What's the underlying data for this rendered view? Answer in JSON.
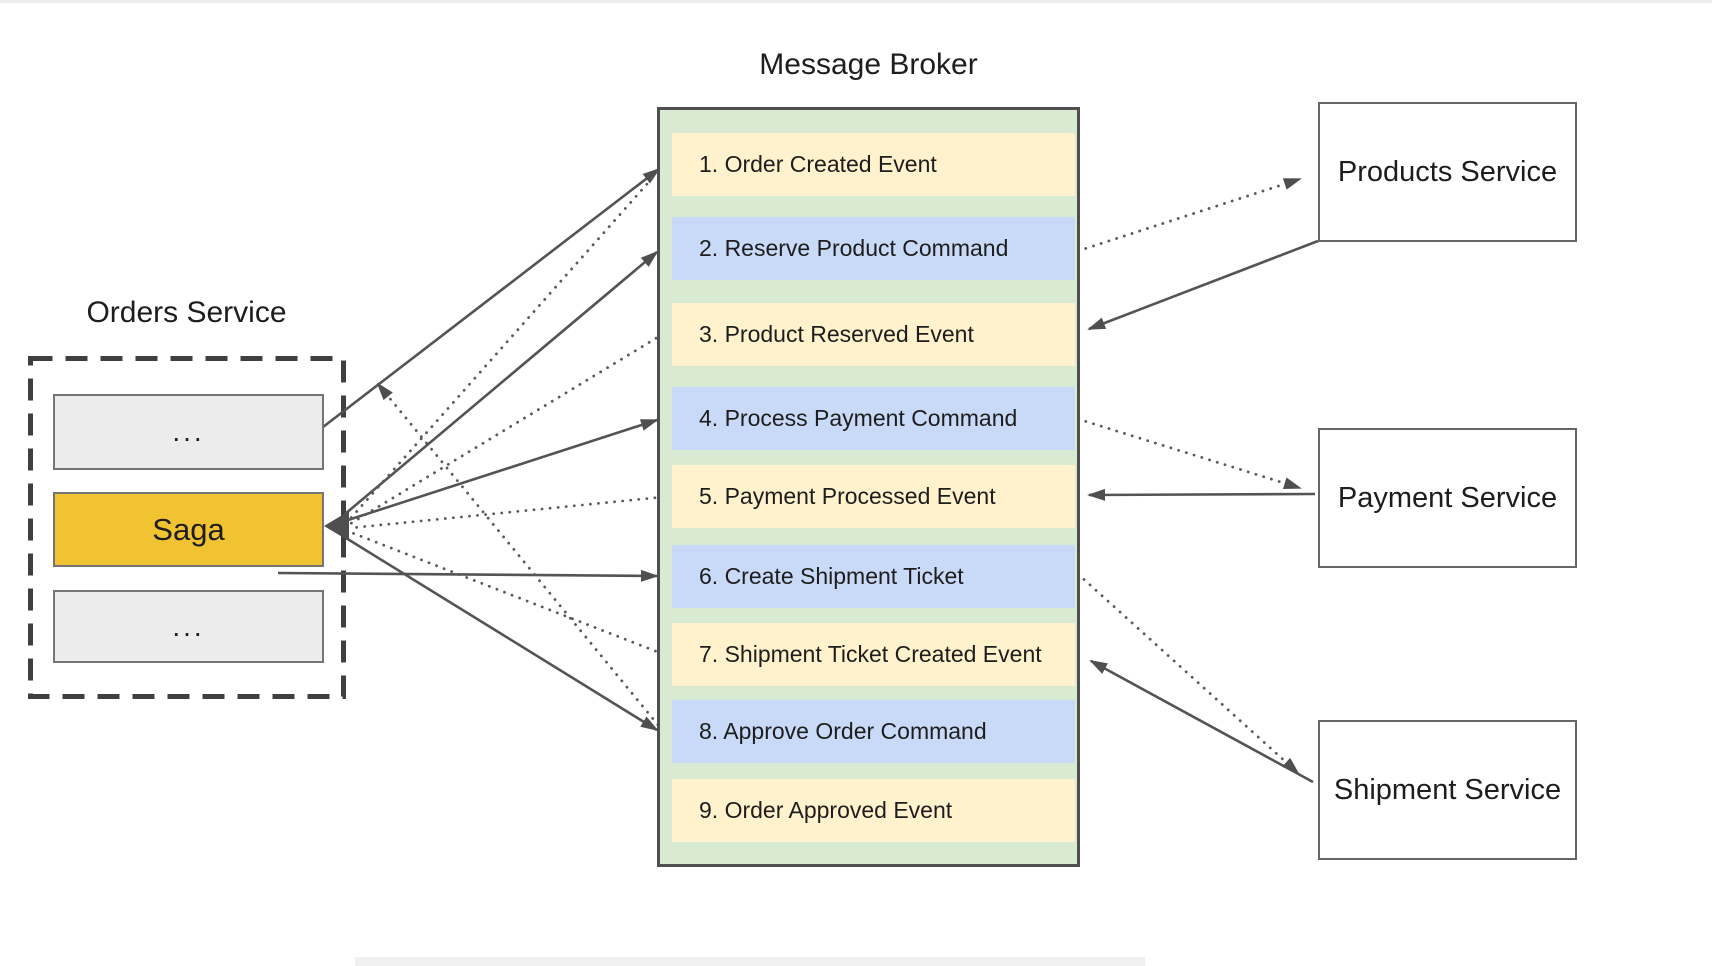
{
  "page": {
    "broker_title": "Message Broker",
    "orders_title": "Orders Service",
    "saga_label": "Saga",
    "placeholder_label": "...",
    "broker_rows": [
      {
        "label": "1. Order Created Event",
        "kind": "event"
      },
      {
        "label": "2. Reserve Product Command",
        "kind": "command"
      },
      {
        "label": "3. Product Reserved Event",
        "kind": "event"
      },
      {
        "label": "4. Process Payment Command",
        "kind": "command"
      },
      {
        "label": "5. Payment Processed Event",
        "kind": "event"
      },
      {
        "label": "6. Create Shipment Ticket",
        "kind": "command"
      },
      {
        "label": "7. Shipment Ticket Created Event",
        "kind": "event"
      },
      {
        "label": "8. Approve Order Command",
        "kind": "command"
      },
      {
        "label": "9. Order Approved Event",
        "kind": "event"
      }
    ],
    "services": [
      {
        "label": "Products Service"
      },
      {
        "label": "Payment Service"
      },
      {
        "label": "Shipment Service"
      }
    ],
    "colors": {
      "event_row": "#fff2cc",
      "command_row": "#c9daf8",
      "broker_bg": "#d9ead3",
      "saga_fill": "#f1c232",
      "placeholder_fill": "#ececec",
      "arrow": "#545454"
    }
  }
}
